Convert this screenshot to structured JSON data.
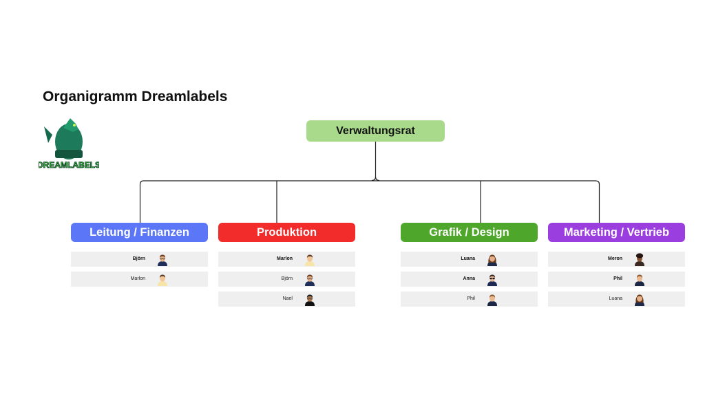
{
  "title": "Organigramm Dreamlabels",
  "logo": {
    "icon": "dragon-logo-icon",
    "text": "DREAMLABELS"
  },
  "root": {
    "label": "Verwaltungsrat",
    "color": "#a9da8c"
  },
  "departments": [
    {
      "label": "Leitung / Finanzen",
      "color": "#5b76f7",
      "members": [
        {
          "name": "Björn",
          "bold": true,
          "avatar": "man-glasses-suit-avatar"
        },
        {
          "name": "Marlon",
          "bold": false,
          "avatar": "man-curly-hair-avatar"
        }
      ]
    },
    {
      "label": "Produktion",
      "color": "#f22b2b",
      "members": [
        {
          "name": "Marlon",
          "bold": true,
          "avatar": "man-curly-hair-avatar"
        },
        {
          "name": "Björn",
          "bold": false,
          "avatar": "man-glasses-suit-avatar"
        },
        {
          "name": "Nael",
          "bold": false,
          "avatar": "man-glasses-dark-hair-avatar"
        }
      ]
    },
    {
      "label": "Grafik / Design",
      "color": "#4ea72a",
      "members": [
        {
          "name": "Luana",
          "bold": true,
          "avatar": "woman-long-hair-avatar"
        },
        {
          "name": "Anna",
          "bold": true,
          "avatar": "woman-sunglasses-avatar"
        },
        {
          "name": "Phil",
          "bold": false,
          "avatar": "man-brown-hair-avatar"
        }
      ]
    },
    {
      "label": "Marketing / Vertrieb",
      "color": "#9b3ee0",
      "members": [
        {
          "name": "Meron",
          "bold": true,
          "avatar": "man-afro-avatar"
        },
        {
          "name": "Phil",
          "bold": true,
          "avatar": "man-brown-hair-avatar"
        },
        {
          "name": "Luana",
          "bold": false,
          "avatar": "woman-long-hair-avatar"
        }
      ]
    }
  ]
}
